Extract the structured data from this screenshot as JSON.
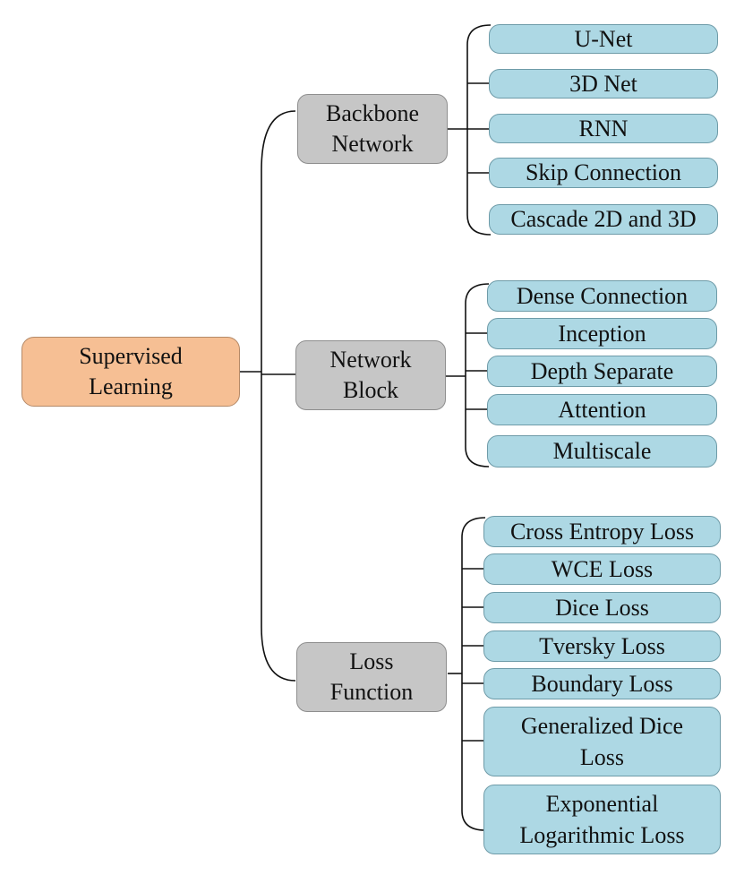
{
  "diagram": {
    "root": {
      "label": "Supervised\nLearning"
    },
    "branches": [
      {
        "label": "Backbone\nNetwork",
        "items": [
          "U-Net",
          "3D Net",
          "RNN",
          "Skip Connection",
          "Cascade 2D and 3D"
        ]
      },
      {
        "label": "Network\nBlock",
        "items": [
          "Dense Connection",
          "Inception",
          "Depth Separate",
          "Attention",
          "Multiscale"
        ]
      },
      {
        "label": "Loss\nFunction",
        "items": [
          "Cross Entropy Loss",
          "WCE Loss",
          "Dice Loss",
          "Tversky Loss",
          "Boundary Loss",
          "Generalized Dice\nLoss",
          "Exponential\nLogarithmic Loss"
        ]
      }
    ]
  },
  "colors": {
    "root_fill": "#f6bf94",
    "branch_fill": "#c6c6c6",
    "leaf_fill": "#add8e4",
    "connector": "#111111"
  }
}
